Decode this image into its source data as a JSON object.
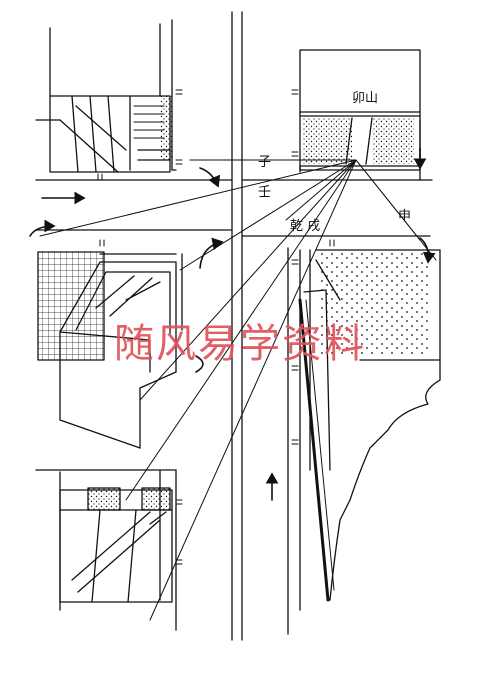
{
  "labels": {
    "mao_shan": "卯山",
    "zi": "子",
    "ren": "壬",
    "qian_xu": "乾 戌",
    "shen": "申"
  },
  "watermark": "随风易学资料",
  "colors": {
    "ink": "#111111",
    "watermark": "#e0525a",
    "background": "#ffffff"
  }
}
